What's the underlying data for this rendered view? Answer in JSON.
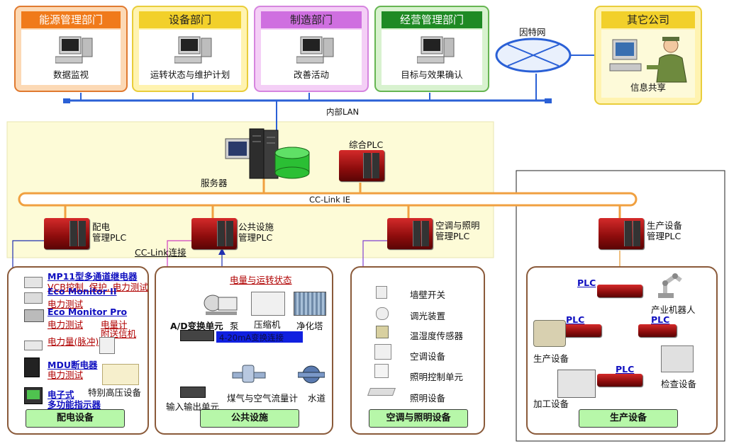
{
  "departments": [
    {
      "title": "能源管理部门",
      "caption": "数据监视",
      "color": "#f07a1a",
      "border": "#e07a30",
      "bg": "#fcd9b5"
    },
    {
      "title": "设备部门",
      "caption": "运转状态与维护计划",
      "color": "#f2d02a",
      "border": "#e9cd3a",
      "bg": "#fff3b0"
    },
    {
      "title": "制造部门",
      "caption": "改善活动",
      "color": "#cf6fe0",
      "border": "#d685df",
      "bg": "#f4cff6"
    },
    {
      "title": "经营管理部门",
      "caption": "目标与效果确认",
      "color": "#1f8a24",
      "border": "#66b552",
      "bg": "#d8f2cf"
    }
  ],
  "other_company": {
    "title": "其它公司",
    "caption": "信息共享"
  },
  "internet": {
    "label": "因特网"
  },
  "lan": {
    "label": "内部LAN"
  },
  "server": {
    "label": "服务器"
  },
  "integrated_plc": {
    "label": "综合PLC"
  },
  "cc_link_ie": {
    "label": "CC-Link IE"
  },
  "plcs": {
    "power": {
      "line1": "配电",
      "line2": "管理PLC"
    },
    "utility": {
      "line1": "公共设施",
      "line2": "管理PLC"
    },
    "hvac": {
      "line1": "空调与照明",
      "line2": "管理PLC"
    },
    "production": {
      "line1": "生产设备",
      "line2": "管理PLC"
    }
  },
  "cc_link_connection": "CC-Link连接",
  "power_panel": {
    "button": "配电设备",
    "items": [
      {
        "name": "MP11型多通道继电器",
        "desc": "VCB控制, 保护, 电力测试"
      },
      {
        "name": "Eco Monitor II",
        "desc": "电力测试"
      },
      {
        "name": "Eco Monitor Pro",
        "desc": "电力测试"
      },
      {
        "name": "",
        "desc": "电力量(脉冲)"
      },
      {
        "name": "MDU断电器",
        "desc": "电力测试"
      },
      {
        "name": "电子式",
        "name2": "多功能指示器"
      }
    ],
    "meter_label": "电量计",
    "meter_label2": "附送信机",
    "hv_equipment": "特别高压设备"
  },
  "utility_panel": {
    "button": "公共设施",
    "status_label": "电量与运转状态",
    "ad_unit": "A/D变换单元",
    "signal": "4-20mA变换连接",
    "pump": "泵",
    "compressor": "压缩机",
    "cooling_tower": "净化塔",
    "io_unit": "输入输出单元",
    "flow_meter": "煤气与空气流量计",
    "water": "水道"
  },
  "hvac_panel": {
    "button": "空调与照明设备",
    "items": [
      "墙壁开关",
      "调光装置",
      "温湿度传感器",
      "空调设备",
      "照明控制单元",
      "照明设备"
    ]
  },
  "production_panel": {
    "button": "生产设备",
    "plc_label": "PLC",
    "robot": "产业机器人",
    "prod_equipment": "生产设备",
    "inspection": "检查设备",
    "machining": "加工设备"
  }
}
